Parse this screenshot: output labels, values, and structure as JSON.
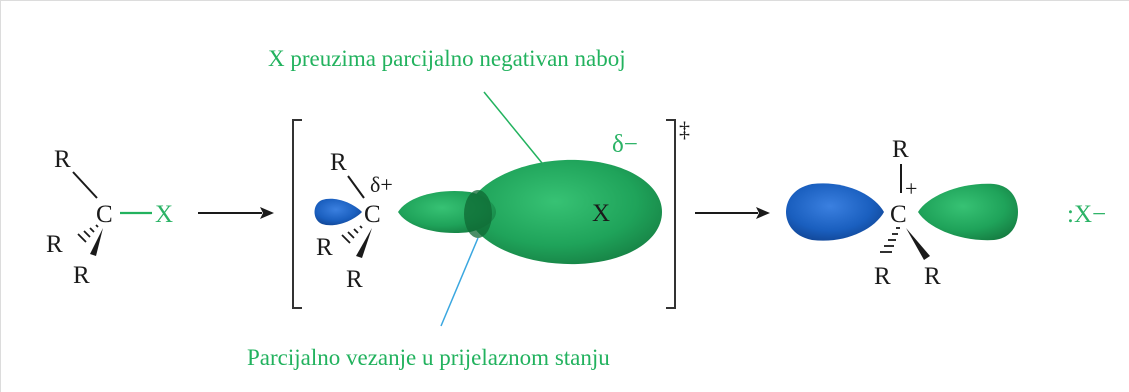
{
  "labels": {
    "top_caption": "X preuzima parcijalno negativan naboj",
    "bottom_caption": "Parcijalno vezanje u prijelaznom stanju",
    "r": "R",
    "c": "C",
    "x": "X",
    "delta_plus": "δ+",
    "delta_minus": "δ−",
    "double_dagger": "‡",
    "plus": "+",
    "leaving_group": ":X−"
  },
  "colors": {
    "lobe_green": "#1fa35a",
    "lobe_blue": "#1a5fbf",
    "text_green": "#22b25e",
    "leader_blue": "#3aa7e0",
    "ink": "#1a1a1a"
  }
}
